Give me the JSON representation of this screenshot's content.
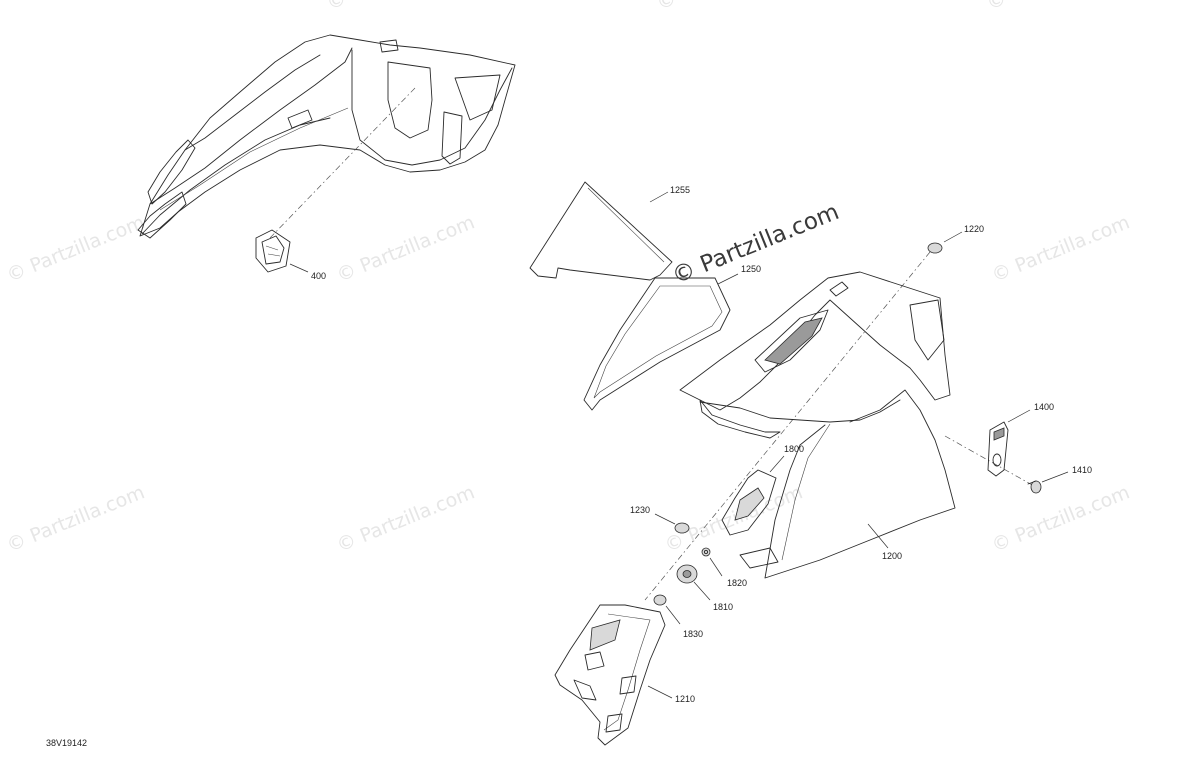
{
  "figure": {
    "code": "38V19142"
  },
  "watermark": {
    "text": "© Partzilla.com"
  },
  "parts": [
    {
      "id": "p400",
      "number": "400"
    },
    {
      "id": "p1255",
      "number": "1255"
    },
    {
      "id": "p1250",
      "number": "1250"
    },
    {
      "id": "p1220",
      "number": "1220"
    },
    {
      "id": "p1400",
      "number": "1400"
    },
    {
      "id": "p1410",
      "number": "1410"
    },
    {
      "id": "p1800",
      "number": "1800"
    },
    {
      "id": "p1230",
      "number": "1230"
    },
    {
      "id": "p1200",
      "number": "1200"
    },
    {
      "id": "p1820",
      "number": "1820"
    },
    {
      "id": "p1810",
      "number": "1810"
    },
    {
      "id": "p1830",
      "number": "1830"
    },
    {
      "id": "p1210",
      "number": "1210"
    }
  ]
}
